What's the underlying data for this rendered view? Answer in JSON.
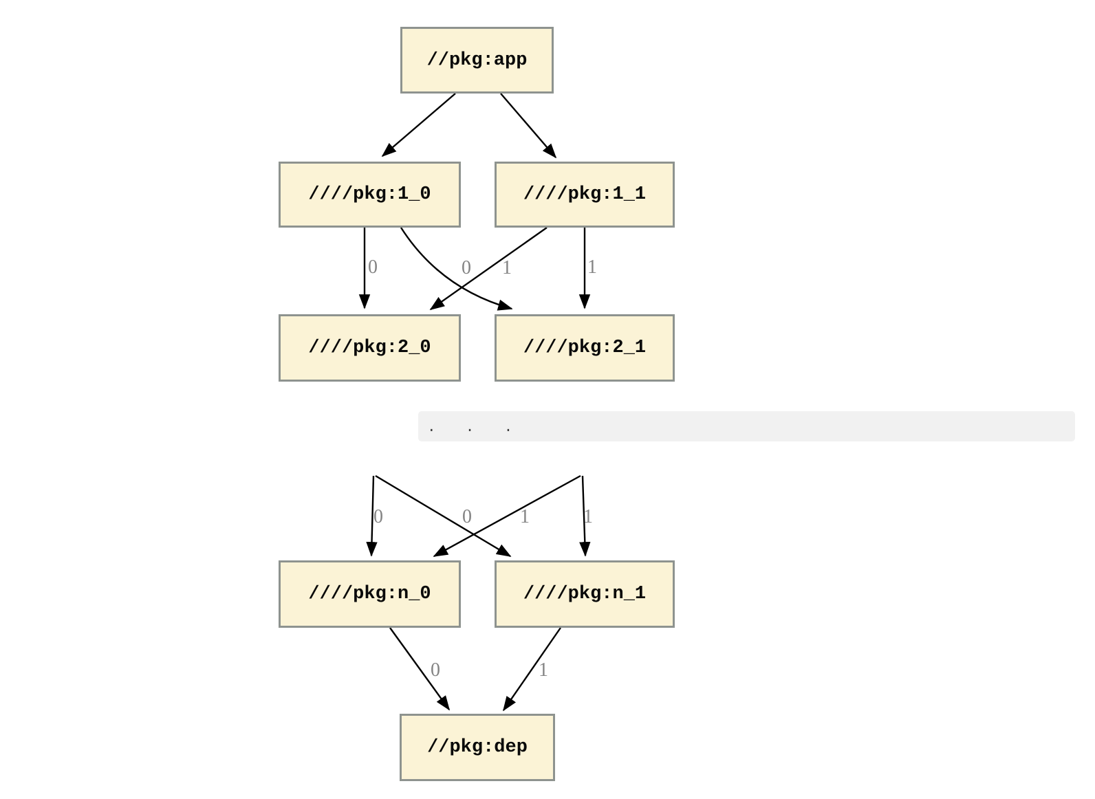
{
  "diagram": {
    "kind": "dependency-graph",
    "colors": {
      "node_fill": "#fbf3d6",
      "node_border": "#8e938f",
      "edge": "#000000",
      "edge_label": "#848484",
      "code_block_bg": "#f1f1f1",
      "node_text": "#0a0a0a"
    },
    "nodes": {
      "app": "//pkg:app",
      "v1_0": "////pkg:1_0",
      "v1_1": "////pkg:1_1",
      "v2_0": "////pkg:2_0",
      "v2_1": "////pkg:2_1",
      "n_0": "////pkg:n_0",
      "n_1": "////pkg:n_1",
      "dep": "//pkg:dep"
    },
    "edges": [
      {
        "from": "app",
        "to": "v1_0",
        "label": ""
      },
      {
        "from": "app",
        "to": "v1_1",
        "label": ""
      },
      {
        "from": "v1_0",
        "to": "v2_0",
        "label": "0"
      },
      {
        "from": "v1_0",
        "to": "v2_1",
        "label": "1"
      },
      {
        "from": "v1_1",
        "to": "v2_0",
        "label": "0"
      },
      {
        "from": "v1_1",
        "to": "v2_1",
        "label": "1"
      },
      {
        "from": "...",
        "to": "n_0",
        "label": "0"
      },
      {
        "from": "...",
        "to": "n_1",
        "label": "1"
      },
      {
        "from": "...",
        "to": "n_0",
        "label": "0"
      },
      {
        "from": "...",
        "to": "n_1",
        "label": "1"
      },
      {
        "from": "n_0",
        "to": "dep",
        "label": "0"
      },
      {
        "from": "n_1",
        "to": "dep",
        "label": "1"
      }
    ],
    "edge_labels": {
      "upper": [
        "0",
        "0",
        "1",
        "1"
      ],
      "lower": [
        "0",
        "0",
        "1",
        "1"
      ],
      "bottom": [
        "0",
        "1"
      ]
    },
    "ellipsis": ".  .  ."
  }
}
